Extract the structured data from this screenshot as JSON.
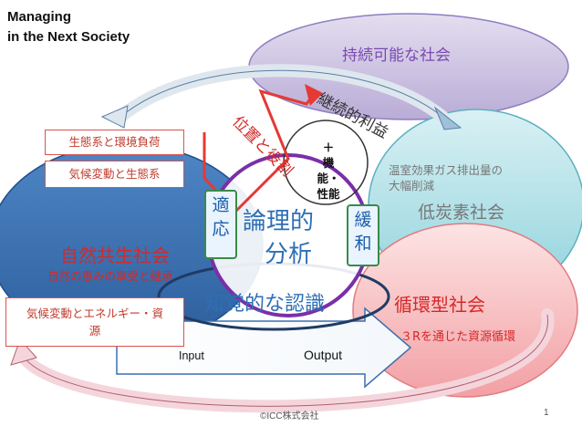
{
  "header": {
    "title_lines": [
      "Managing",
      "in the Next Society"
    ]
  },
  "circles": {
    "sustainable": "持続可能な社会",
    "nature": "自然共生社会",
    "nature_sub": "自然の恵みの享受と継承",
    "low_carbon": "低炭素社会",
    "low_carbon_sub_1": "温室効果ガス排出量の",
    "low_carbon_sub_2": "大幅削減",
    "recycle": "循環型社会",
    "recycle_sub": "３Rを通じた資源循環"
  },
  "boxes": {
    "ecosystem_load": "生態系と環境負荷",
    "climate_eco": "気候変動と生態系",
    "climate_energy_1": "気候変動とエネルギー・資",
    "climate_energy_2": "源"
  },
  "center": {
    "logic_1": "論理的",
    "logic_2": "分析",
    "perception": "知覚的な認識",
    "adapt_1": "適",
    "adapt_2": "応",
    "mitigate_1": "緩",
    "mitigate_2": "和",
    "position_role": "位置と役割",
    "continuity": "継続的利益",
    "function_1": "＋",
    "function_2": "機",
    "function_3": "能・",
    "function_4": "性能"
  },
  "arrow": {
    "input": "Input",
    "output": "Output"
  },
  "footer": {
    "copyright": "©ICC株式会社",
    "page": "1"
  }
}
